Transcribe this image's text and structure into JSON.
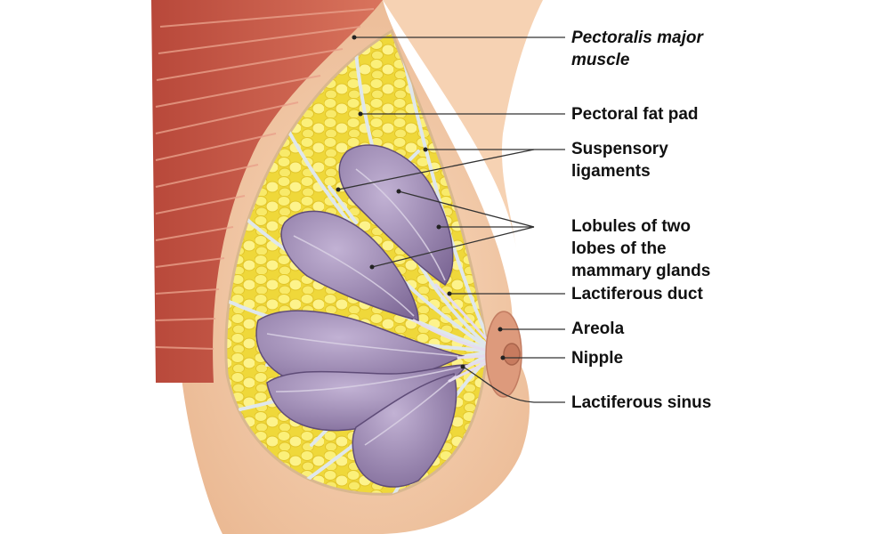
{
  "labels": {
    "pectoralis": [
      "Pectoralis major",
      "muscle"
    ],
    "fat_pad": "Pectoral fat pad",
    "suspensory": [
      "Suspensory",
      "ligaments"
    ],
    "lobules": [
      "Lobules of two",
      "lobes of the",
      "mammary glands"
    ],
    "lactiferous_duct": "Lactiferous duct",
    "areola": "Areola",
    "nipple": "Nipple",
    "lactiferous_sinus": "Lactiferous sinus"
  },
  "colors": {
    "skin": "#f3c9a4",
    "skin_dark": "#d9a17a",
    "muscle": "#c95a45",
    "muscle_stripe": "#e9a08a",
    "fat": "#f2e046",
    "fat_light": "#fff6a0",
    "lobule": "#8e7aa6",
    "lobule_light": "#b9a8cc",
    "ligament": "#d9e3ea",
    "areola": "#d98f74",
    "leader": "#333333"
  }
}
